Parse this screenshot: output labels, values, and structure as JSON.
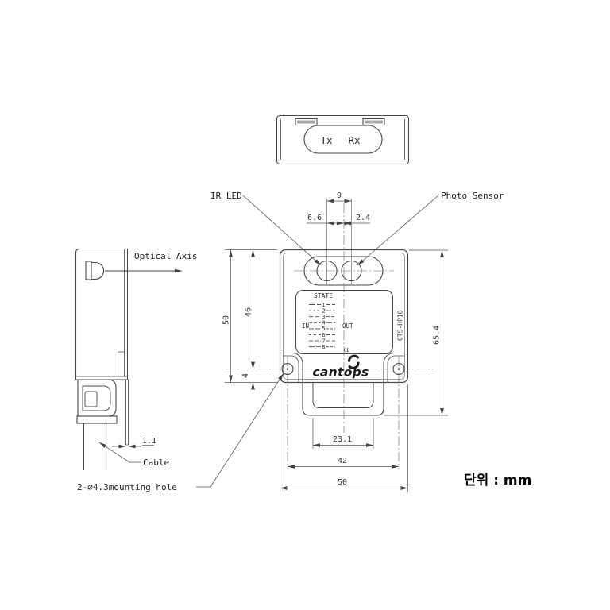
{
  "note": {
    "unit_label": "단위 : mm"
  },
  "top_view": {
    "tx": "Tx",
    "rx": "Rx"
  },
  "side_view": {
    "optical_axis": "Optical Axis",
    "cable": "Cable",
    "mounting_hole": "2-∅4.3mounting hole",
    "dim_wall": "1.1"
  },
  "front_view": {
    "ir_led": "IR LED",
    "photo_sensor": "Photo Sensor",
    "brand": "cantops",
    "model_vertical": "CTS-HP10",
    "dims": {
      "led_pitch": "9",
      "led_offset": "6.6",
      "sensor_offset": "2.4",
      "height_50": "50",
      "height_46": "46",
      "height_4": "4",
      "total_height": "65.4",
      "slot_width": "23.1",
      "hole_pitch": "42",
      "body_width": "50"
    },
    "panel": {
      "title": "STATE",
      "in": "IN",
      "out": "OUT",
      "gd": "GD",
      "rows": [
        "1",
        "2",
        "3",
        "4",
        "5",
        "6",
        "7",
        "8"
      ]
    }
  }
}
